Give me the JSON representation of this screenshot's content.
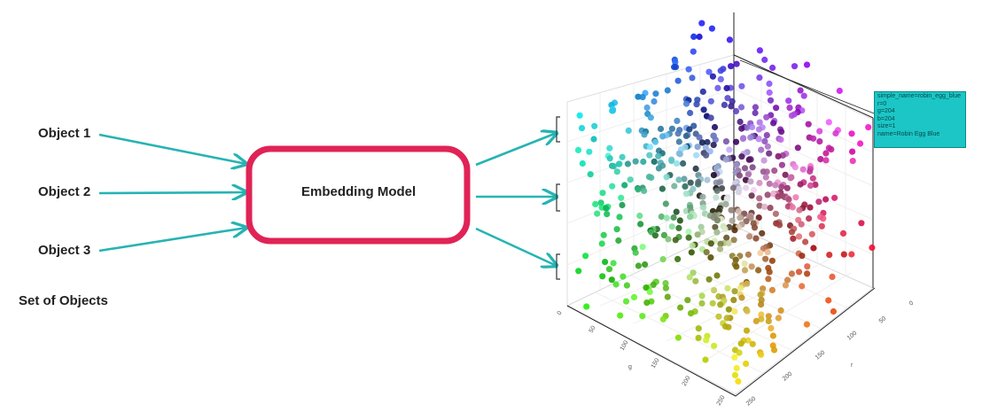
{
  "objects": [
    "Object 1",
    "Object 2",
    "Object 3"
  ],
  "set_label": "Set of Objects",
  "model_label": "Embedding Model",
  "colors": {
    "arrow": "#27b3b3",
    "model_border": "#e02356",
    "tooltip_bg": "#1cc6c6",
    "text": "#222222"
  },
  "plot": {
    "axis_ticks_g": [
      "0",
      "50",
      "100",
      "150",
      "200",
      "250"
    ],
    "axis_ticks_r": [
      "0",
      "50",
      "100",
      "150",
      "200",
      "250"
    ],
    "axis_label_g": "g",
    "axis_label_r": "r",
    "tooltip_lines": [
      "simple_name=robin_egg_blue",
      "r=0",
      "g=204",
      "b=204",
      "size=1",
      "name=Robin Egg Blue"
    ]
  }
}
